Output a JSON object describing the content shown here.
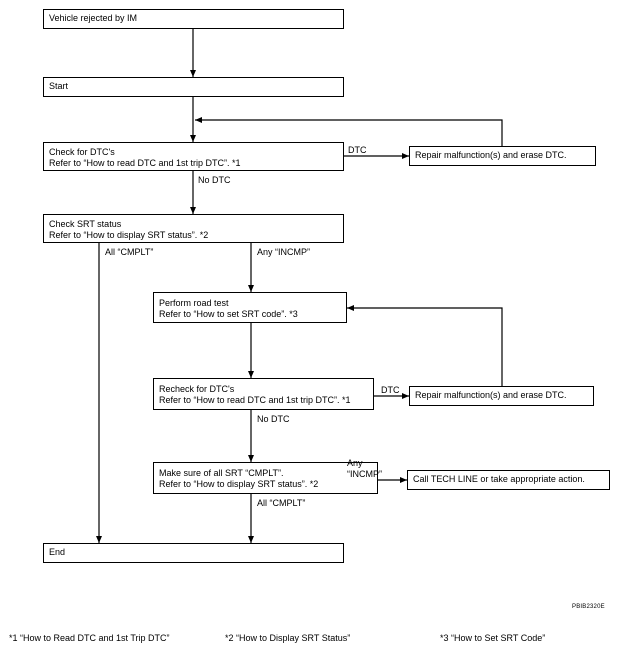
{
  "boxes": {
    "rejected": "Vehicle rejected by IM",
    "start": "Start",
    "check_dtc_1": "Check for DTC's",
    "check_dtc_2": "Refer to “How to read DTC and 1st trip DTC”. *1",
    "repair1": "Repair malfunction(s) and erase DTC.",
    "check_srt_1": "Check SRT status",
    "check_srt_2": "Refer to “How to display SRT status”. *2",
    "road_1": "Perform road test",
    "road_2": "Refer to “How to set SRT code”. *3",
    "recheck_1": "Recheck for DTC's",
    "recheck_2": "Refer to “How to read DTC and 1st trip DTC”. *1",
    "repair2": "Repair malfunction(s) and erase DTC.",
    "make_sure_1": "Make sure of all SRT “CMPLT”.",
    "make_sure_2": "Refer to “How to display SRT status”. *2",
    "call": "Call TECH LINE or take appropriate action.",
    "end": "End"
  },
  "labels": {
    "dtc1": "DTC",
    "no_dtc1": "No DTC",
    "all_cmplt1": "All “CMPLT”",
    "any_incmp1": "Any “INCMP”",
    "dtc2": "DTC",
    "no_dtc2": "No DTC",
    "any_incmp2a": "Any",
    "any_incmp2b": "“INCMP”",
    "all_cmplt2": "All “CMPLT”"
  },
  "figure_code": "PBIB2320E",
  "footnotes": {
    "n1": "*1   “How to Read DTC and 1st Trip DTC”",
    "n2": "*2   “How to Display SRT Status”",
    "n3": "*3   “How to Set SRT Code”"
  }
}
